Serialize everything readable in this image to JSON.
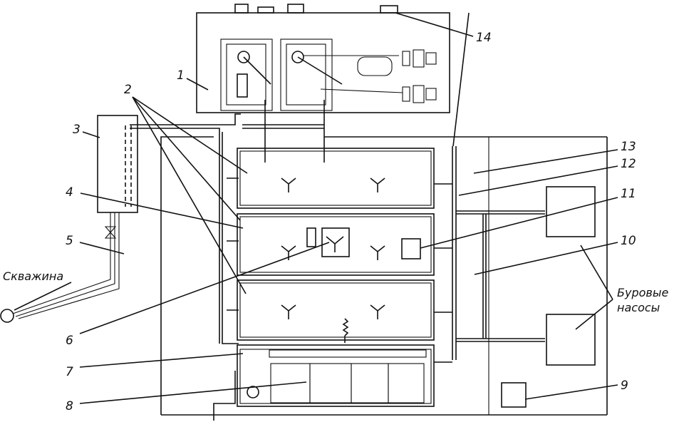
{
  "labels": {
    "n1": "1",
    "n2": "2",
    "n3": "3",
    "n4": "4",
    "n5": "5",
    "n6": "6",
    "n7": "7",
    "n8": "8",
    "n9": "9",
    "n10": "10",
    "n11": "11",
    "n12": "12",
    "n13": "13",
    "n14": "14",
    "well": "Скважина",
    "pumps_line1": "Буровые",
    "pumps_line2": "насосы"
  },
  "colors": {
    "ink": "#111111",
    "paper": "#ffffff"
  }
}
